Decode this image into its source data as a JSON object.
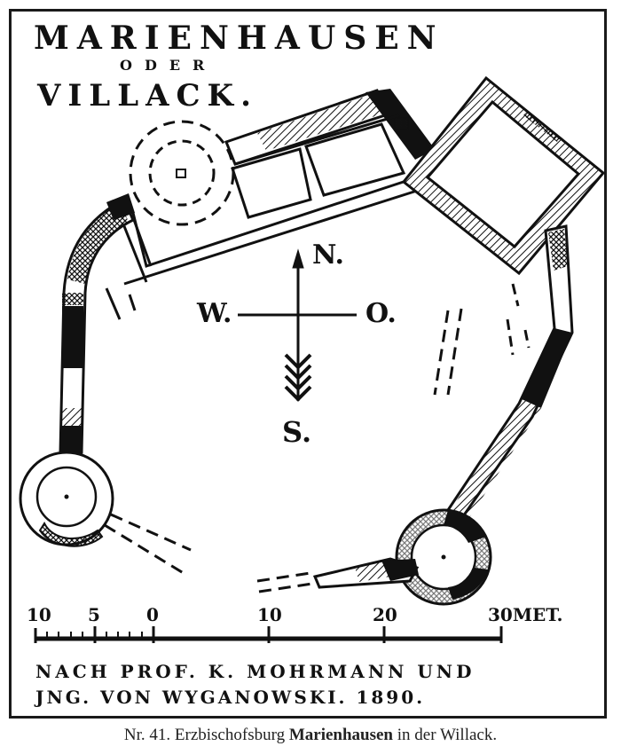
{
  "title": {
    "line1": "MARIENHAUSEN",
    "line2": "ODER",
    "line3": "VILLACK."
  },
  "compass": {
    "north": "N.",
    "south": "S.",
    "west": "W.",
    "east": "O."
  },
  "scale": {
    "labels": [
      "10",
      "5",
      "0",
      "10",
      "20",
      "30MET."
    ]
  },
  "credit": {
    "line1": "NACH PROF. K. MOHRMANN UND",
    "line2": "JNG. VON WYGANOWSKI. 1890."
  },
  "caption": {
    "prefix": "Nr. 41.  Erzbischofsburg ",
    "bold": "Marienhausen",
    "suffix": " in der Willack."
  }
}
